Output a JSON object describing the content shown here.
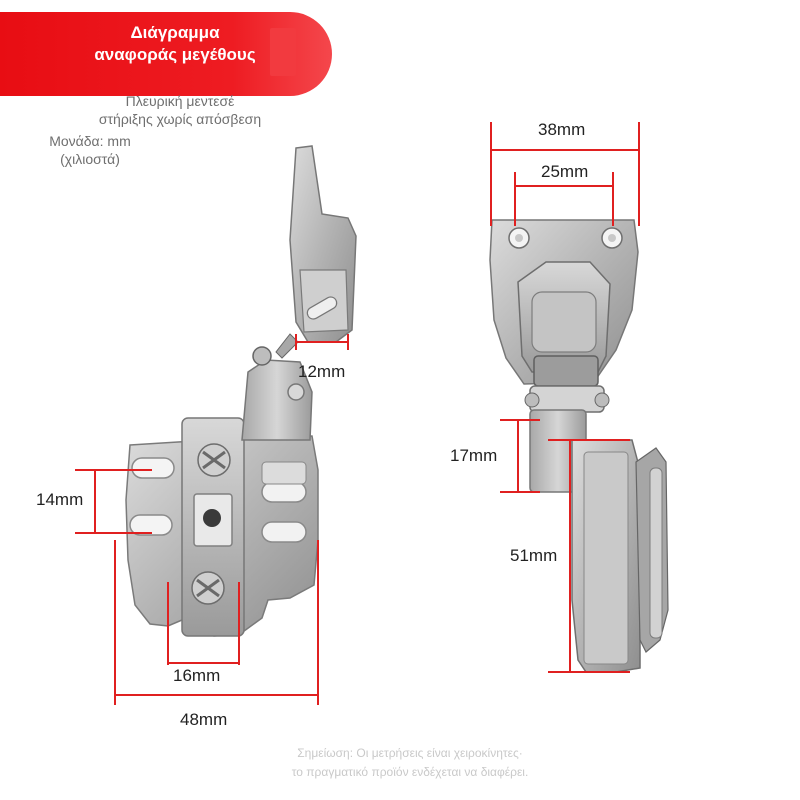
{
  "header": {
    "title_line1": "Διάγραμμα",
    "title_line2": "αναφοράς μεγέθους",
    "subtitle_line1": "Πλευρική μεντεσέ",
    "subtitle_line2": "στήριξης χωρίς απόσβεση",
    "unit_line1": "Μονάδα: mm",
    "unit_line2": "(χιλιοστά)"
  },
  "dimensions": {
    "d12": "12mm",
    "d14": "14mm",
    "d16": "16mm",
    "d48": "48mm",
    "d38": "38mm",
    "d25": "25mm",
    "d17": "17mm",
    "d51": "51mm"
  },
  "footer": {
    "note_line1": "Σημείωση: Οι μετρήσεις είναι χειροκίνητες·",
    "note_line2": "το πραγματικό προϊόν ενδέχεται να διαφέρει."
  },
  "colors": {
    "accent_red": "#ee1c22",
    "dimension_line": "#e02020",
    "metal": "#b9b9b9"
  }
}
